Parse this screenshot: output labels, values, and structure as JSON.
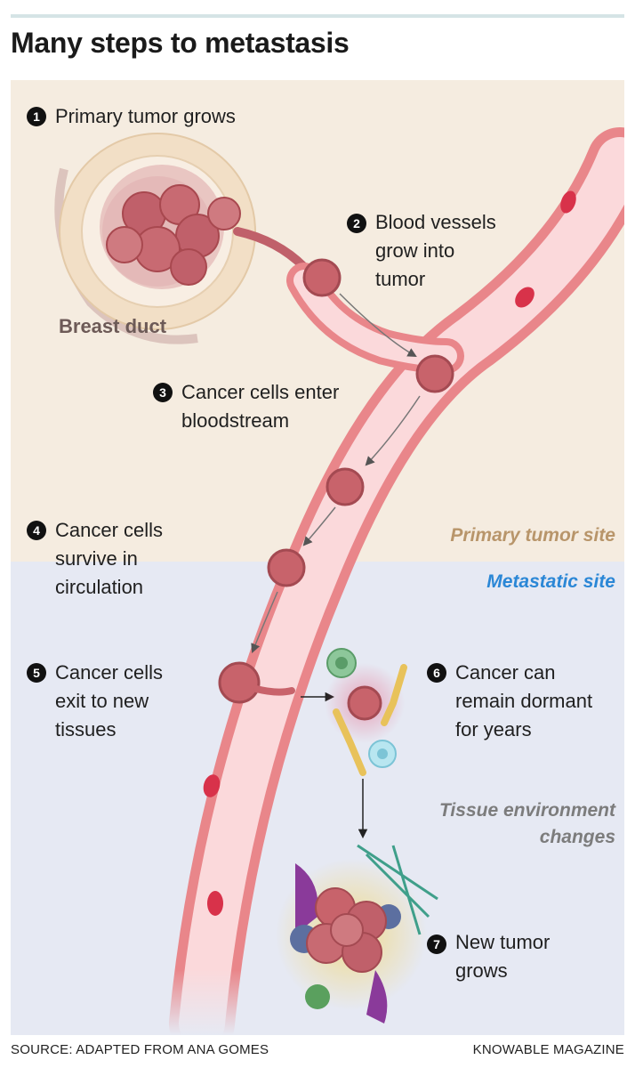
{
  "title": "Many steps to metastasis",
  "steps": [
    {
      "number": "1",
      "lines": [
        "Primary tumor grows"
      ]
    },
    {
      "number": "2",
      "lines": [
        "Blood vessels",
        "grow into",
        "tumor"
      ]
    },
    {
      "number": "3",
      "lines": [
        "Cancer cells enter",
        "bloodstream"
      ]
    },
    {
      "number": "4",
      "lines": [
        "Cancer cells",
        "survive in",
        "circulation"
      ]
    },
    {
      "number": "5",
      "lines": [
        "Cancer cells",
        "exit to new",
        "tissues"
      ]
    },
    {
      "number": "6",
      "lines": [
        "Cancer can",
        "remain dormant",
        "for years"
      ]
    },
    {
      "number": "7",
      "lines": [
        "New tumor",
        "grows"
      ]
    }
  ],
  "labels": {
    "breast_duct": "Breast duct",
    "primary_site": "Primary tumor site",
    "metastatic_site": "Metastatic site",
    "tissue_env": [
      "Tissue environment",
      "changes"
    ]
  },
  "footer": {
    "source": "SOURCE: ADAPTED FROM ANA GOMES",
    "publisher": "KNOWABLE MAGAZINE"
  },
  "colors": {
    "primary_bg": "#f5ece0",
    "metastatic_bg": "#e6e9f3",
    "vessel_wall": "#e9868a",
    "vessel_lumen": "#fbd9db",
    "cancer_cell": "#c8636b",
    "primary_label": "#b8956a",
    "metastatic_label": "#2b87d6"
  }
}
